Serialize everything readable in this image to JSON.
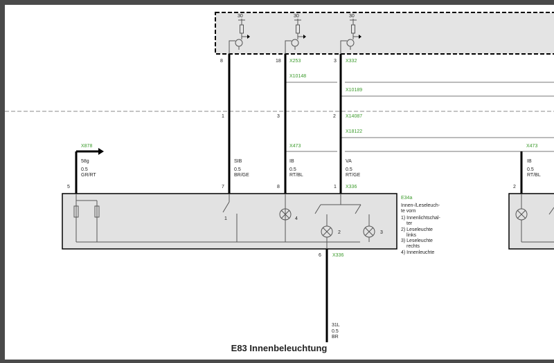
{
  "title": "E83 Innenbeleuchtung",
  "supply_label": "30",
  "top_pins": [
    "8",
    "18",
    "3"
  ],
  "connectors": {
    "x253": "X253",
    "x332": "X332",
    "x10148": "X10148",
    "x10189": "X10189",
    "x14087": "X14087",
    "x18122": "X18122",
    "x473": "X473",
    "x473_right": "X473",
    "x878": "X878",
    "x336_top": "X336",
    "x336_bottom": "X336"
  },
  "mid_pins": [
    "1",
    "3",
    "2"
  ],
  "wires": [
    {
      "signal": "58g",
      "gauge": "0.5",
      "color": "GR/RT",
      "pin": "5"
    },
    {
      "signal": "SIB",
      "gauge": "0.5",
      "color": "BR/GE",
      "pin": "7"
    },
    {
      "signal": "IB",
      "gauge": "0.5",
      "color": "RT/BL",
      "pin": "8"
    },
    {
      "signal": "VA",
      "gauge": "0.5",
      "color": "RT/GE",
      "pin": "1"
    },
    {
      "signal": "IB",
      "gauge": "0.5",
      "color": "RT/BL",
      "pin": "2"
    }
  ],
  "ground_wire": {
    "pin": "6",
    "signal": "31L",
    "gauge": "0.5",
    "color": "BR"
  },
  "component": {
    "id": "E34a",
    "name_lines": [
      "Innen-/Leseleuch-",
      "te vorn"
    ],
    "legend": [
      [
        "1) Innenlichtschal-",
        "ter"
      ],
      [
        "2) Leseleuchte",
        "links"
      ],
      [
        "3) Leseleuchte",
        "rechts"
      ],
      [
        "4) Innenleuchte"
      ]
    ],
    "part_numbers": [
      "1",
      "2",
      "3",
      "4"
    ]
  }
}
